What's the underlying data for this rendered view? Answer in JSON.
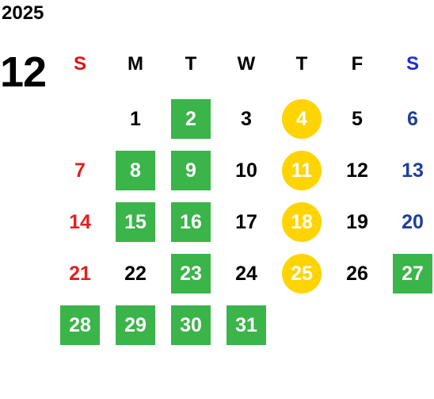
{
  "header": {
    "year": "2025",
    "month": "12"
  },
  "weekdays": [
    {
      "label": "S",
      "color": "#e01010"
    },
    {
      "label": "M",
      "color": "#000000"
    },
    {
      "label": "T",
      "color": "#000000"
    },
    {
      "label": "W",
      "color": "#000000"
    },
    {
      "label": "T",
      "color": "#000000"
    },
    {
      "label": "F",
      "color": "#000000"
    },
    {
      "label": "S",
      "color": "#1a2fd6"
    }
  ],
  "colors": {
    "green_marker": "#3bb44a",
    "yellow_marker": "#ffd400",
    "sunday": "#e02020",
    "saturday": "#1f3f9a"
  },
  "days": [
    {
      "day": "1",
      "style": "none"
    },
    {
      "day": "2",
      "style": "green"
    },
    {
      "day": "3",
      "style": "none"
    },
    {
      "day": "4",
      "style": "yellow"
    },
    {
      "day": "5",
      "style": "none"
    },
    {
      "day": "6",
      "style": "none"
    },
    {
      "day": "7",
      "style": "none"
    },
    {
      "day": "8",
      "style": "green"
    },
    {
      "day": "9",
      "style": "green"
    },
    {
      "day": "10",
      "style": "none"
    },
    {
      "day": "11",
      "style": "yellow"
    },
    {
      "day": "12",
      "style": "none"
    },
    {
      "day": "13",
      "style": "none"
    },
    {
      "day": "14",
      "style": "none"
    },
    {
      "day": "15",
      "style": "green"
    },
    {
      "day": "16",
      "style": "green"
    },
    {
      "day": "17",
      "style": "none"
    },
    {
      "day": "18",
      "style": "yellow"
    },
    {
      "day": "19",
      "style": "none"
    },
    {
      "day": "20",
      "style": "none"
    },
    {
      "day": "21",
      "style": "none"
    },
    {
      "day": "22",
      "style": "none"
    },
    {
      "day": "23",
      "style": "green"
    },
    {
      "day": "24",
      "style": "none"
    },
    {
      "day": "25",
      "style": "yellow"
    },
    {
      "day": "26",
      "style": "none"
    },
    {
      "day": "27",
      "style": "green"
    },
    {
      "day": "28",
      "style": "green"
    },
    {
      "day": "29",
      "style": "green"
    },
    {
      "day": "30",
      "style": "green"
    },
    {
      "day": "31",
      "style": "green"
    }
  ]
}
